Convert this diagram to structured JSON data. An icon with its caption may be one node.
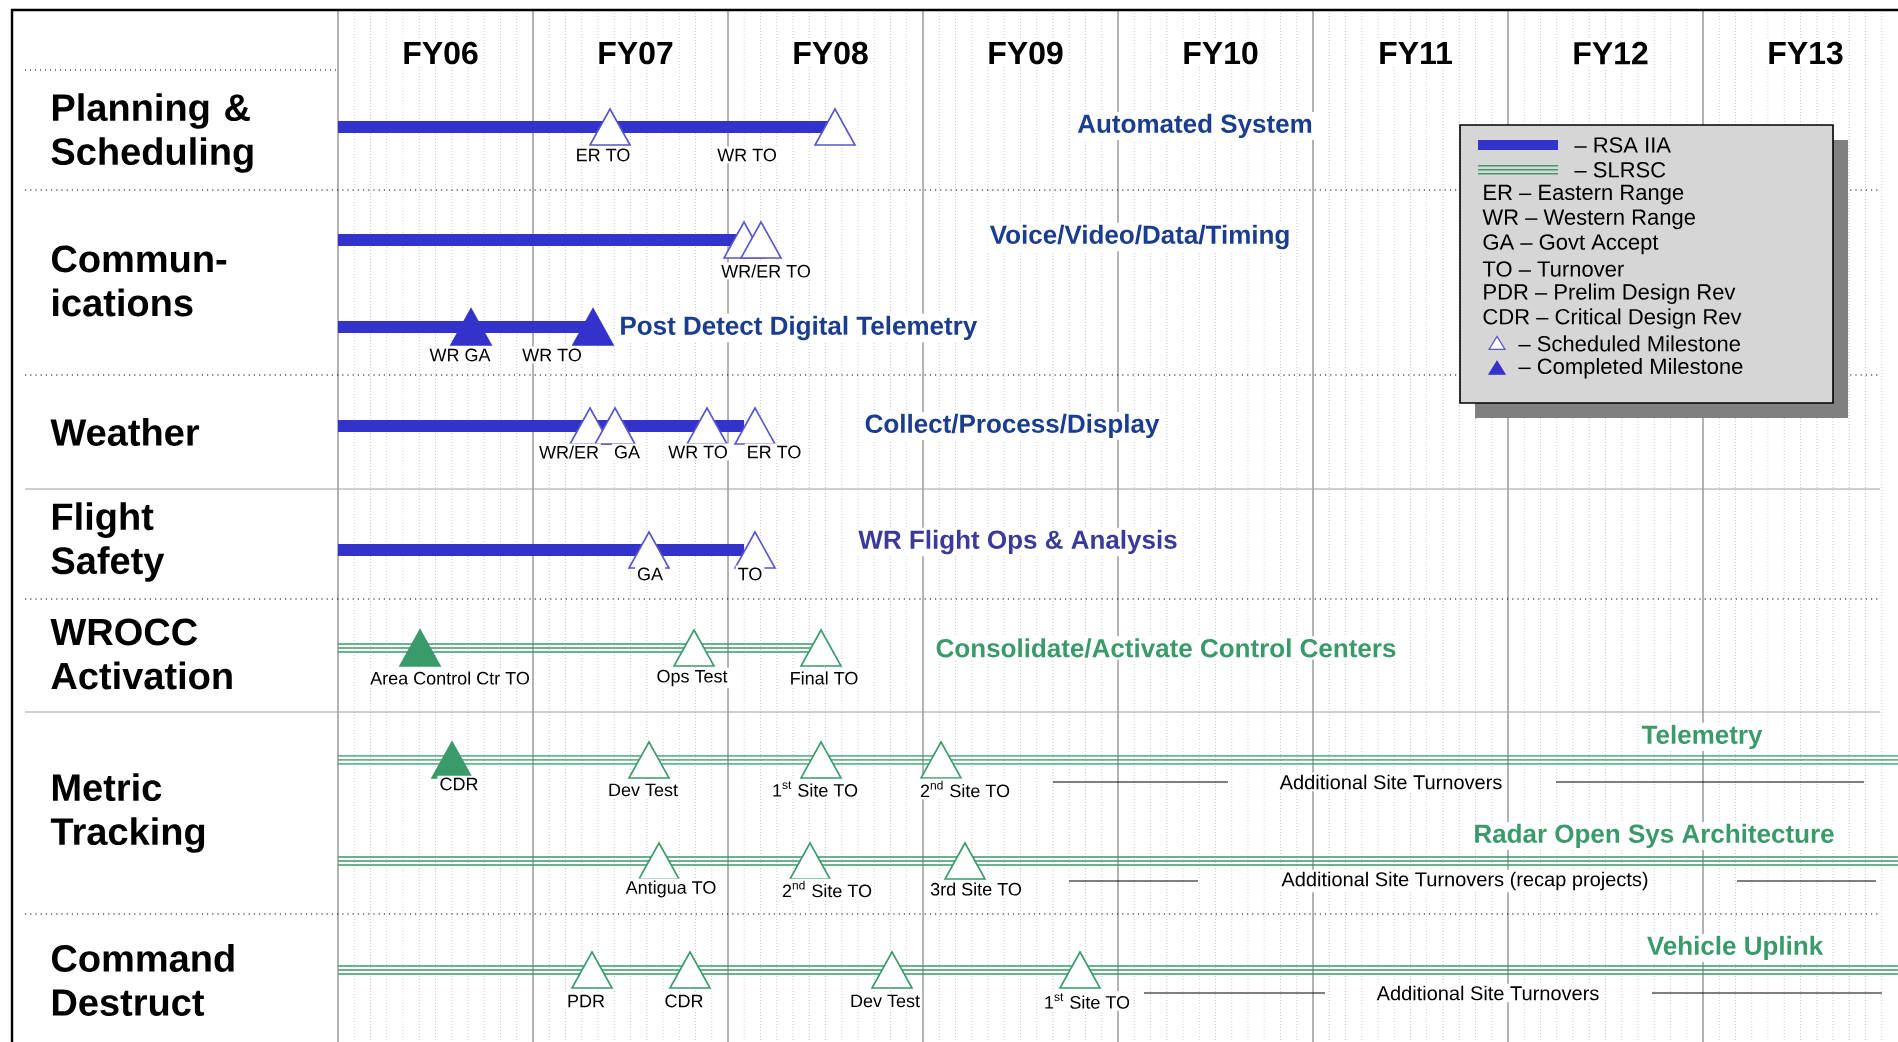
{
  "diagram": {
    "labels": [
      "FY06",
      "FY07",
      "FY08",
      "FY09",
      "FY10",
      "FY11",
      "FY12",
      "FY13",
      "Planning & Scheduling",
      "Automated System",
      "ER TO",
      "WR TO",
      "Commun- ications",
      "Voice/Video/Data/Timing",
      "WR/ER TO",
      "Post Detect Digital Telemetry",
      "WR GA",
      "WR TO",
      "Weather",
      "Collect/Process/Display",
      "WR/ER",
      "GA",
      "WR TO",
      "ER TO",
      "Flight Safety",
      "WR Flight Ops & Analysis",
      "GA",
      "TO",
      "WROCC Activation",
      "Consolidate/Activate Control Centers",
      "Area Control Ctr TO",
      "Ops Test",
      "Final TO",
      "Metric Tracking",
      "Telemetry",
      "CDR",
      "Dev Test",
      "1$^{st}$ Site TO",
      "2$^{nd}$ Site TO",
      "Additional Site Turnovers",
      "Radar Open Sys Architecture",
      "Antigua TO",
      "2$^{nd}$ Site TO",
      "3rd Site TO",
      "Additional Site Turnovers (recap projects)",
      "Command Destruct",
      "Vehicle Uplink",
      "PDR",
      "CDR",
      "Dev Test",
      "1$^{st}$ Site TO",
      "Additional Site Turnovers"
    ],
    "legend": [
      {
        "text": "– RSA IIA"
      },
      {
        "text": "– SLRSC"
      },
      {
        "text": "ER – Eastern Range"
      },
      {
        "text": "WR – Western Range"
      },
      {
        "text": "GA – Govt Accept"
      },
      {
        "text": "TO – Turnover"
      },
      {
        "text": "PDR – Prelim Design Rev"
      },
      {
        "text": "CDR – Critical Design Rev"
      },
      {
        "text": "– Scheduled Milestone"
      },
      {
        "text": "– Completed Milestone"
      }
    ]
  }
}
